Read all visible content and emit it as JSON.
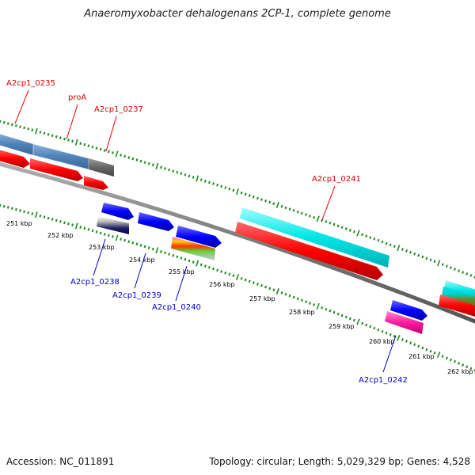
{
  "title": "Anaeromyxobacter dehalogenans 2CP-1, complete genome",
  "footer": {
    "accession": "Accession: NC_011891",
    "topology": "Topology: circular; Length: 5,029,329 bp; Genes: 4,528"
  },
  "colors": {
    "backbone": "#808080",
    "tick_major": "#228B22",
    "label_red": "#dd0000",
    "label_blue": "#0000cc"
  },
  "kbp_labels": [
    "251 kbp",
    "252 kbp",
    "253 kbp",
    "254 kbp",
    "255 kbp",
    "256 kbp",
    "257 kbp",
    "258 kbp",
    "259 kbp",
    "260 kbp",
    "261 kbp",
    "262 kbp"
  ],
  "gene_labels_top": [
    "A2cp1_0235",
    "proA",
    "A2cp1_0237",
    "A2cp1_0241"
  ],
  "gene_labels_bottom": [
    "A2cp1_0238",
    "A2cp1_0239",
    "A2cp1_0240",
    "A2cp1_0242"
  ]
}
